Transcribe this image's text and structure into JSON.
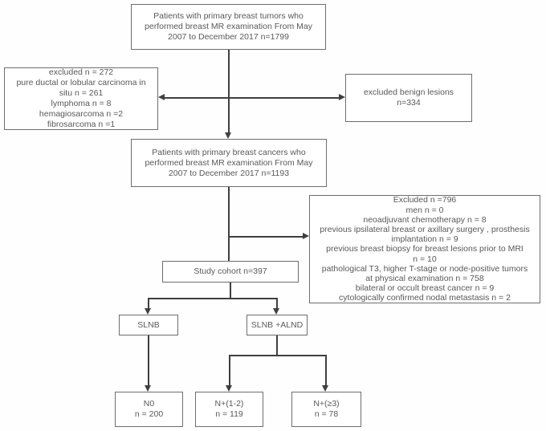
{
  "diagram": {
    "type": "patient-flowchart",
    "colors": {
      "box_border": "#6e6e6e",
      "text": "#595959",
      "connector": "#3f3f3f",
      "background": "#fefefe",
      "box_fill": "#ffffff"
    },
    "boxes": {
      "top": {
        "lines": [
          "Patients with primary breast tumors who",
          "performed breast MR examination From May",
          "2007 to December 2017 n=1799"
        ]
      },
      "excluded_left": {
        "lines": [
          "excluded n = 272",
          "pure ductal or lobular carcinoma in",
          "situ n = 261",
          "lymphoma n = 8",
          "hemagiosarcoma n =2",
          "fibrosarcoma n =1"
        ]
      },
      "excluded_benign": {
        "lines": [
          "excluded benign lesions",
          "n=334"
        ]
      },
      "cancers": {
        "lines": [
          "Patients with primary breast cancers who",
          "performed breast MR examination From May",
          "2007 to December 2017 n=1193"
        ]
      },
      "excluded_main": {
        "lines": [
          "Excluded n =796",
          "men n = 0",
          "neoadjuvant chemotherapy n = 8",
          "previous ipsilateral breast or axillary surgery , prosthesis",
          "implantation  n = 9",
          "previous breast biopsy for breast lesions prior to MRI",
          "n = 10",
          "pathological T3, higher T-stage or node-positive  tumors",
          "at physical examination n = 758",
          "bilateral or occult breast cancer n = 9",
          "cytologically confirmed nodal metastasis n = 2"
        ]
      },
      "cohort": {
        "lines": [
          "Study cohort n=397"
        ]
      },
      "slnb": {
        "lines": [
          "SLNB"
        ]
      },
      "slnb_alnd": {
        "lines": [
          "SLNB +ALND"
        ]
      },
      "n0": {
        "lines": [
          "N0",
          "n = 200"
        ]
      },
      "n1_2": {
        "lines": [
          "N+(1-2)",
          "n = 119"
        ]
      },
      "n3plus": {
        "lines": [
          "N+(≥3)",
          "n = 78"
        ]
      }
    }
  }
}
